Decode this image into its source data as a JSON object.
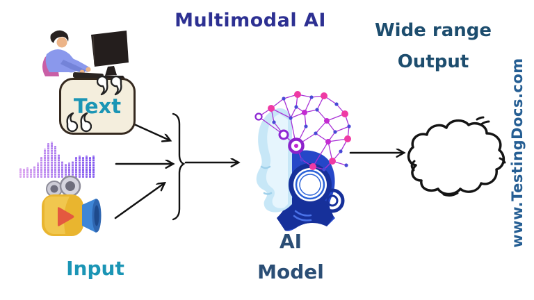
{
  "title": {
    "text": "Multimodal AI",
    "color": "#2d3092"
  },
  "output": {
    "line1": "Wide range",
    "line2": "Output",
    "color": "#1d4d6e"
  },
  "model": {
    "line1": "AI",
    "line2": "Model",
    "color": "#2b4e75"
  },
  "input": {
    "label": "Input",
    "color": "#1b95b5"
  },
  "watermark": {
    "text": "www.TestingDocs.com",
    "color": "#255e93"
  },
  "text_bubble": {
    "label": "Text",
    "label_color": "#1b95b5",
    "fill": "#f4eedd",
    "border": "#35291f"
  },
  "audio": {
    "bars": [
      14,
      13,
      15,
      13,
      17,
      22,
      30,
      42,
      50,
      52,
      46,
      34,
      24,
      20,
      22,
      24,
      30,
      32,
      30,
      32,
      30,
      32
    ],
    "color_start": "#dba4f0",
    "color_end": "#8157ef"
  },
  "icons": {
    "person": "person-at-computer-illustration",
    "audio": "audio-waveform-icon",
    "video": "video-camera-icon",
    "head": "ai-head-illustration",
    "cloud": "cloud-icon",
    "brace": "brace-connector",
    "quotes": "quote-marks-icon"
  },
  "arrow_color": "#111111"
}
